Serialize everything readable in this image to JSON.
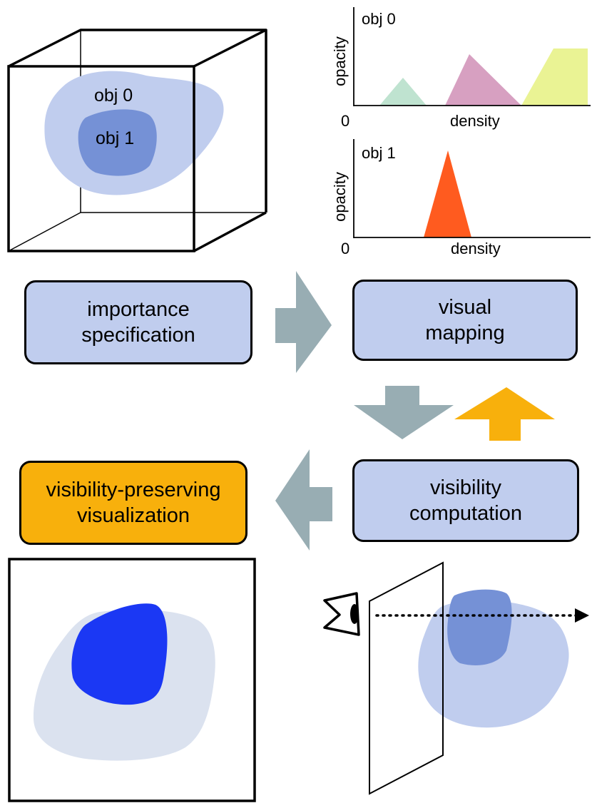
{
  "pipeline": {
    "importance": {
      "label": "importance\nspecification"
    },
    "visual_mapping": {
      "label": "visual\nmapping"
    },
    "visibility_computation": {
      "label": "visibility\ncomputation"
    },
    "visibility_preserving": {
      "label": "visibility-preserving\nvisualization"
    }
  },
  "volume": {
    "obj0_label": "obj 0",
    "obj1_label": "obj 1"
  },
  "transfer_functions": [
    {
      "title": "obj 0",
      "ylabel": "opacity",
      "xlabel": "density",
      "origin": "0"
    },
    {
      "title": "obj 1",
      "ylabel": "opacity",
      "xlabel": "density",
      "origin": "0"
    }
  ],
  "colors": {
    "box_fill": "#c0cdee",
    "highlight_fill": "#f8b00c",
    "arrow_gray": "#98adb3",
    "arrow_orange": "#f8b00c",
    "obj0_fill": "#c0cdee",
    "obj1_fill": "#7591d6",
    "tf_green": "#bfe3d0",
    "tf_pink": "#d7a0c1",
    "tf_yellow": "#eaf394",
    "tf_orange": "#ff5b1f",
    "result_outer": "#dbe2ef",
    "result_inner": "#1b38f4"
  }
}
